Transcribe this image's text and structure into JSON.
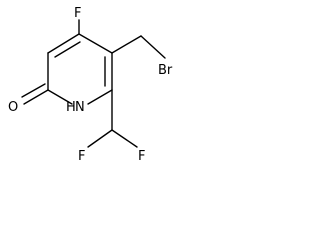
{
  "molecule": {
    "atoms": {
      "F": "F",
      "Br": "Br",
      "O": "O",
      "NH": "H",
      "N": "N",
      "F_left": "F",
      "F_right": "F"
    }
  }
}
